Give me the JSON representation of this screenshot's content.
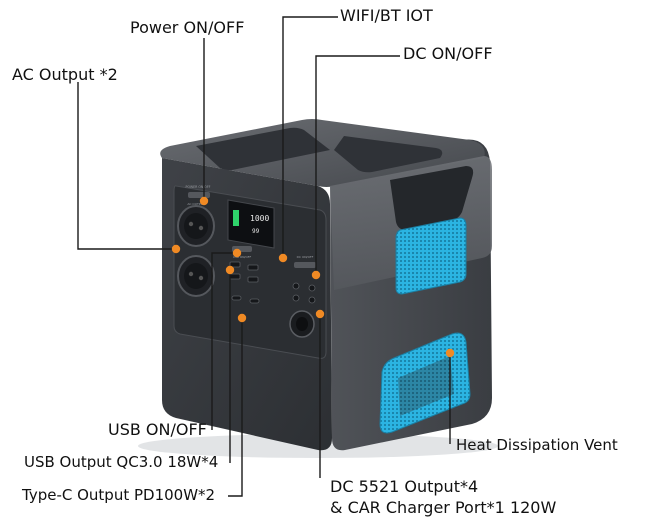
{
  "labels": {
    "power": "Power ON/OFF",
    "wifi": "WIFI/BT IOT",
    "dc_onoff": "DC ON/OFF",
    "ac_output": "AC Output *2",
    "usb_onoff": "USB ON/OFF",
    "usb_output": "USB Output QC3.0 18W*4",
    "typec_output": "Type-C Output PD100W*2",
    "dc5521_line1": "DC 5521 Output*4",
    "dc5521_line2": "& CAR Charger Port*1 120W",
    "heat_vent": "Heat Dissipation Vent"
  },
  "device_markings": {
    "power_switch": "POWER ON/OFF",
    "ac_output": "AC OUTPUT",
    "usb_switch": "USB ON/OFF",
    "dc_switch": "DC ON/OFF",
    "display_value_top": "1000",
    "display_value_bottom": "99"
  },
  "colors": {
    "callout_dot": "#f08a24",
    "vent_accent": "#2bb4e2",
    "body_dark": "#3b3e43",
    "panel": "#2e3136",
    "line": "#1a1a1a"
  }
}
